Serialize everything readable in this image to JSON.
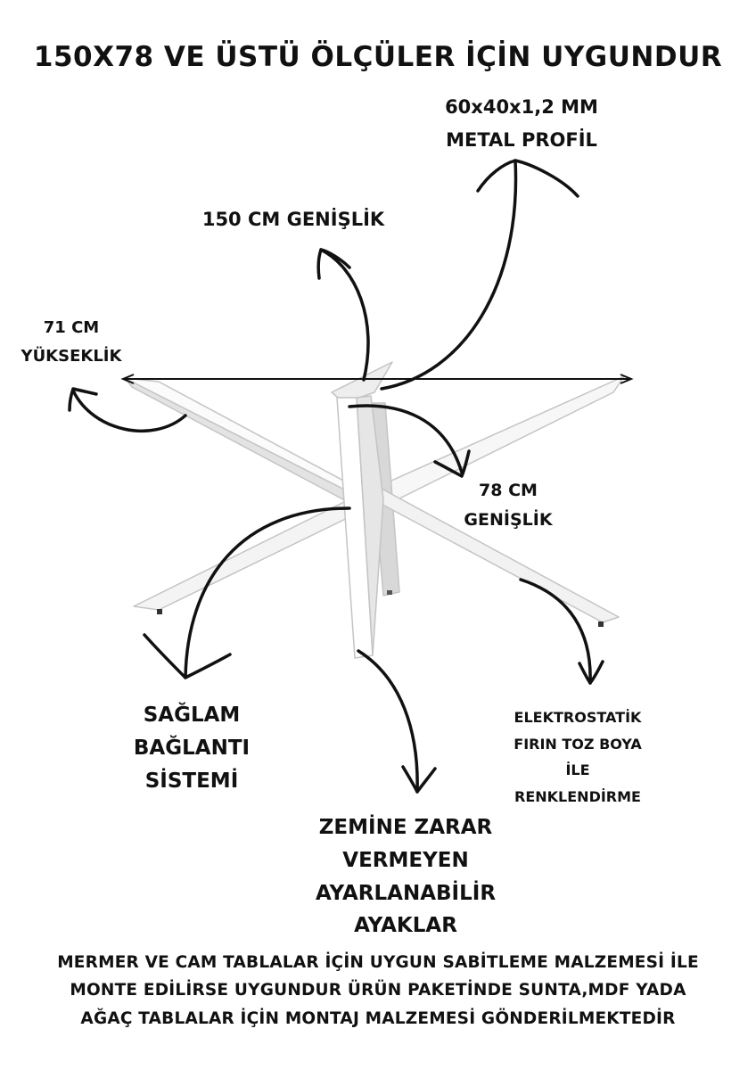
{
  "title": "150X78 VE ÜSTÜ ÖLÇÜLER İÇİN UYGUNDUR",
  "labels": {
    "profile": [
      "60x40x1,2 MM",
      "METAL PROFİL"
    ],
    "width150": "150 CM GENİŞLİK",
    "height71": [
      "71 CM",
      "YÜKSEKLİK"
    ],
    "width78": [
      "78 CM",
      "GENİŞLİK"
    ],
    "connection": [
      "SAĞLAM",
      "BAĞLANTI",
      "SİSTEMİ"
    ],
    "paint": [
      "ELEKTROSTATİK",
      "FIRIN TOZ BOYA",
      "İLE",
      "RENKLENDİRME"
    ],
    "feet": [
      "ZEMİNE ZARAR",
      "VERMEYEN",
      "AYARLANABİLİR",
      "AYAKLAR"
    ]
  },
  "footer": [
    "MERMER VE CAM TABLALAR İÇİN UYGUN SABİTLEME MALZEMESİ İLE",
    "MONTE EDİLİRSE UYGUNDUR ÜRÜN PAKETİNDE SUNTA,MDF YADA",
    "AĞAÇ TABLALAR İÇİN MONTAJ MALZEMESİ GÖNDERİLMEKTEDİR"
  ],
  "colors": {
    "text": "#111111",
    "metal": "#ffffff",
    "metalShade": "#d9d9d9",
    "outline": "#bdbdbd"
  }
}
